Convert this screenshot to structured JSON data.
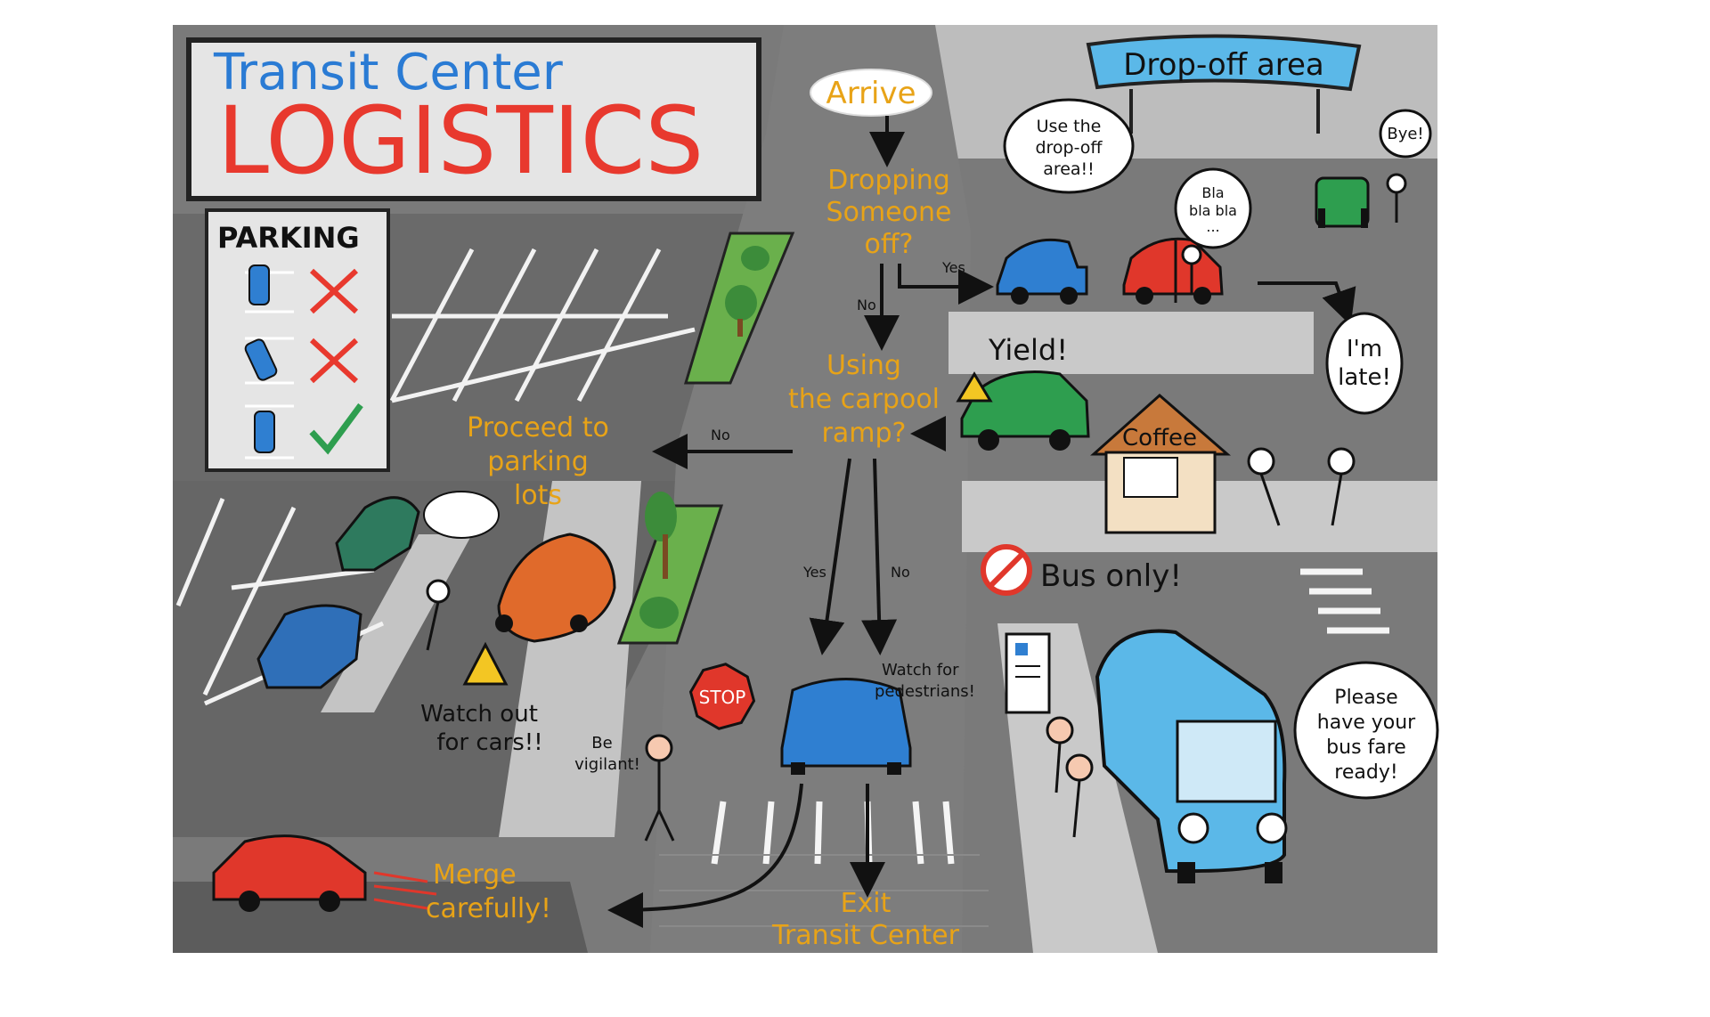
{
  "title": {
    "line1": "Transit Center",
    "line2": "LOGISTICS"
  },
  "parking_legend": {
    "heading": "PARKING",
    "marks": [
      "x",
      "x",
      "check"
    ]
  },
  "flow": {
    "arrive": "Arrive",
    "q_dropping": [
      "Dropping",
      "Someone",
      "off?"
    ],
    "yes_label": "Yes",
    "no_label": "No",
    "q_carpool": [
      "Using",
      "the carpool",
      "ramp?"
    ],
    "proceed": [
      "Proceed to",
      "parking",
      "lots"
    ],
    "exit": [
      "Exit",
      "Transit Center"
    ]
  },
  "signs": {
    "dropoff_banner": "Drop-off area",
    "yield": "Yield!",
    "coffee": "Coffee",
    "bus_only": "Bus only!",
    "stop": "STOP"
  },
  "bubbles": {
    "use_dropoff": [
      "Use the",
      "drop-off",
      "area!!"
    ],
    "blablabla": [
      "Bla",
      "bla bla",
      "..."
    ],
    "bye": "Bye!",
    "im_late": [
      "I'm",
      "late!"
    ],
    "bus_fare": [
      "Please",
      "have your",
      "bus fare",
      "ready!"
    ]
  },
  "notes": {
    "watch_cars": [
      "Watch out",
      "for cars!!"
    ],
    "be_vigilant": [
      "Be",
      "vigilant!"
    ],
    "watch_pedestrians": [
      "Watch for",
      "pedestrians!"
    ],
    "merge": [
      "Merge",
      "carefully!"
    ]
  },
  "colors": {
    "flow_text": "#e8a317",
    "title_blue": "#2a7bd4",
    "title_red": "#e8392e",
    "road": "#6f6f6f",
    "sidewalk": "#cfcfcf",
    "grass": "#6ab04c",
    "car_blue": "#2f7fd1",
    "car_red": "#e0372b",
    "car_green": "#2e9e4f",
    "car_orange": "#e06a2b",
    "bus": "#5bb8e8"
  }
}
